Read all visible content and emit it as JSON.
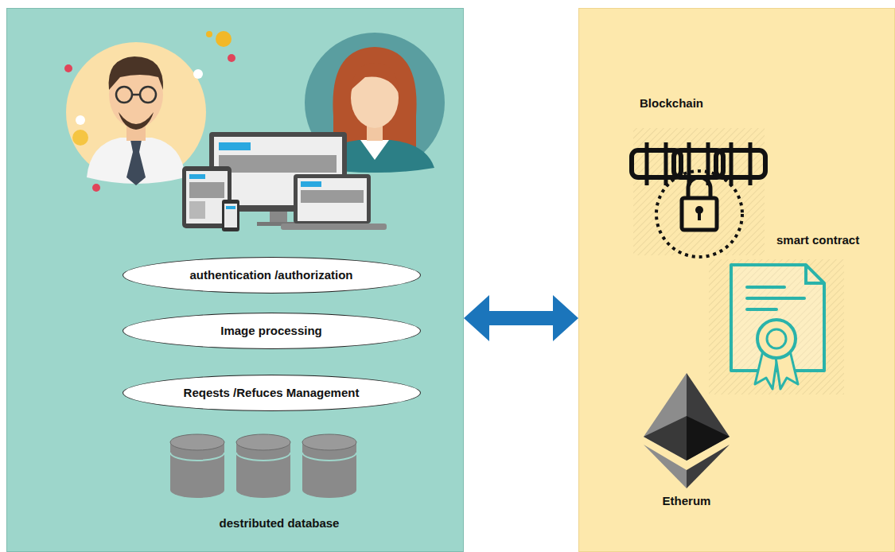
{
  "diagram": {
    "nodes": [
      {
        "text": [
          "destributed database"
        ]
      },
      {
        "text": [
          "authentication /authorization"
        ],
        "in": 0
      },
      {
        "text": [
          "Image processing"
        ],
        "in": 0
      },
      {
        "text": [
          "Reqests /Refuces Management"
        ],
        "in": 0
      },
      {
        "text": [
          "Blockchain",
          "smart contract",
          "Etherum"
        ]
      }
    ],
    "edges": [
      {
        "from": 0,
        "to": 4,
        "arrow": "both"
      }
    ]
  }
}
